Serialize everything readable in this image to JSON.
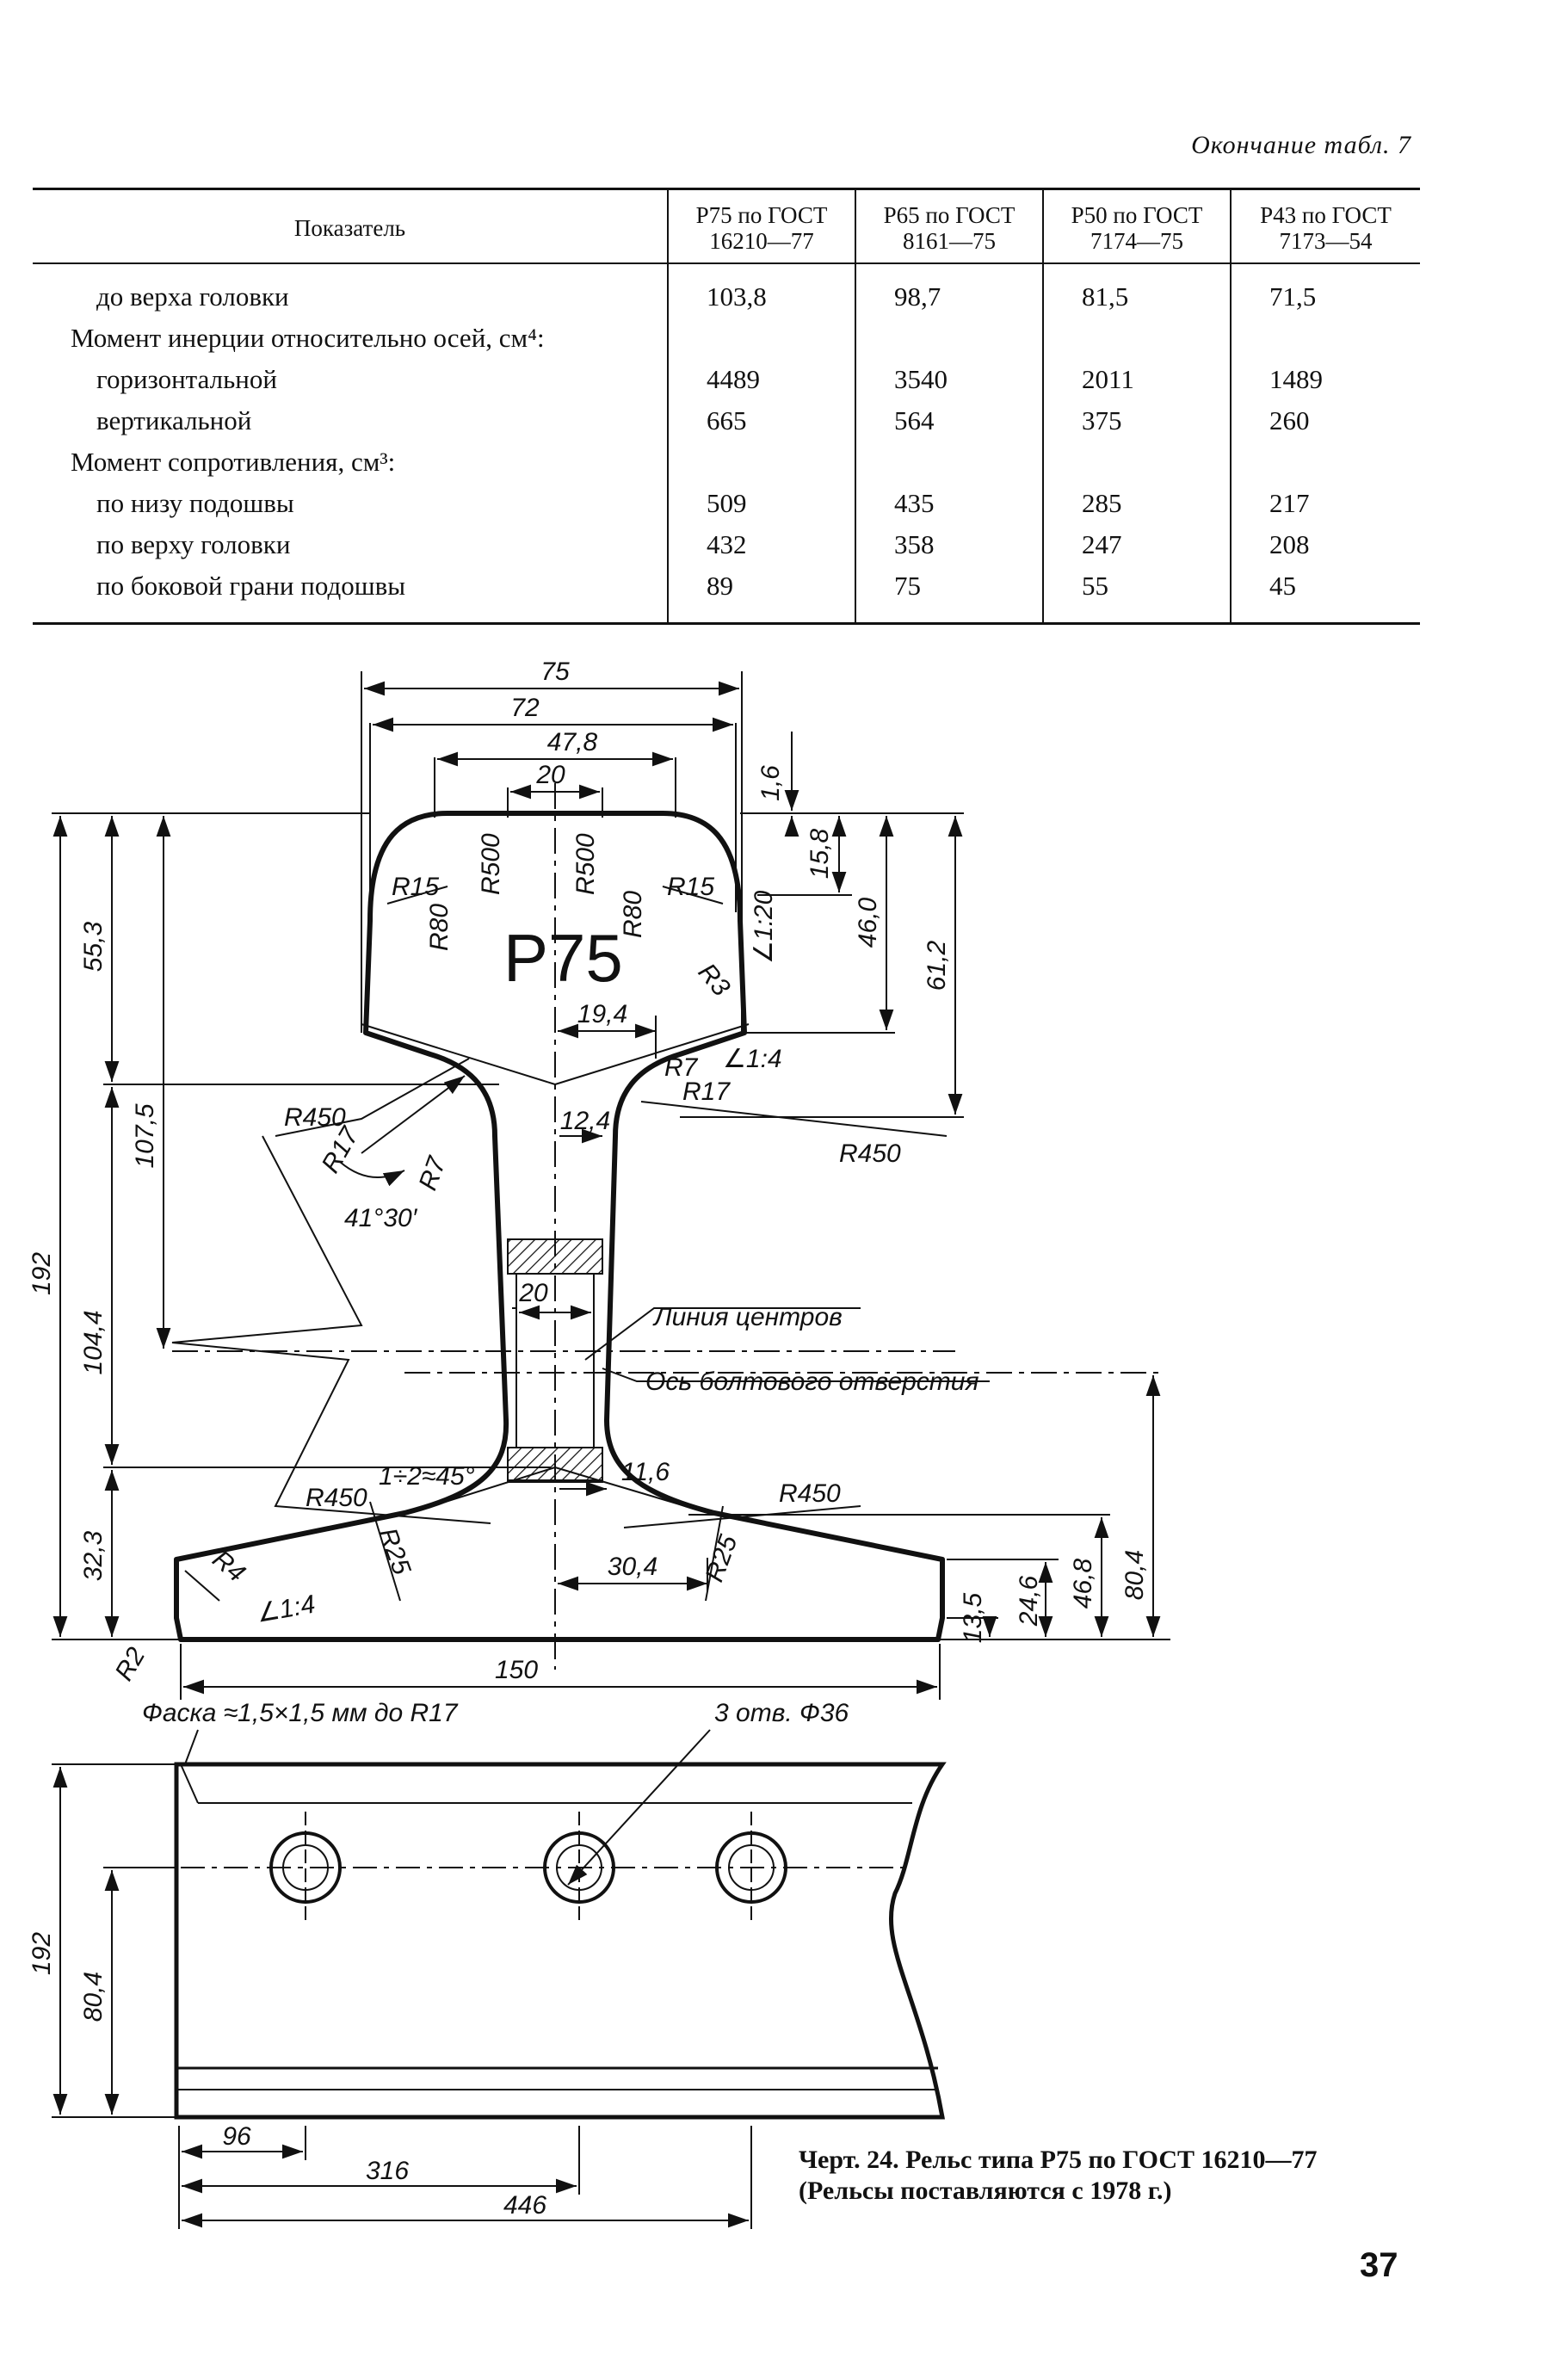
{
  "header": {
    "continuation": "Окончание табл. 7"
  },
  "table": {
    "columns": [
      "Показатель",
      "Р75 по ГОСТ 16210—77",
      "Р65 по ГОСТ 8161—75",
      "Р50 по ГОСТ 7174—75",
      "Р43 по ГОСТ 7173—54"
    ],
    "rows": [
      {
        "label": "до верха головки",
        "indent": 1,
        "values": [
          "103,8",
          "98,7",
          "81,5",
          "71,5"
        ]
      },
      {
        "label": "Момент инерции относительно осей, см⁴:",
        "indent": 0,
        "values": [
          "",
          "",
          "",
          ""
        ]
      },
      {
        "label": "горизонтальной",
        "indent": 1,
        "values": [
          "4489",
          "3540",
          "2011",
          "1489"
        ]
      },
      {
        "label": "вертикальной",
        "indent": 1,
        "values": [
          "665",
          "564",
          "375",
          "260"
        ]
      },
      {
        "label": "Момент сопротивления, см³:",
        "indent": 0,
        "values": [
          "",
          "",
          "",
          ""
        ]
      },
      {
        "label": "по низу подошвы",
        "indent": 1,
        "values": [
          "509",
          "435",
          "285",
          "217"
        ]
      },
      {
        "label": "по верху головки",
        "indent": 1,
        "values": [
          "432",
          "358",
          "247",
          "208"
        ]
      },
      {
        "label": "по боковой грани подошвы",
        "indent": 1,
        "values": [
          "89",
          "75",
          "55",
          "45"
        ]
      }
    ]
  },
  "drawing": {
    "profile_label": "Р75",
    "dims": {
      "d75": "75",
      "d72": "72",
      "d478": "47,8",
      "d20top": "20",
      "d16": "1,6",
      "d158": "15,8",
      "d460": "46,0",
      "d612": "61,2",
      "d553": "55,3",
      "d1075": "107,5",
      "d192": "192",
      "d1044": "104,4",
      "d323": "32,3",
      "d194": "19,4",
      "d124": "12,4",
      "d20web": "20",
      "d116": "11,6",
      "d304": "30,4",
      "d150": "150",
      "d804": "80,4",
      "d468": "46,8",
      "d246": "24,6",
      "d135": "13,5",
      "r15a": "R15",
      "r15b": "R15",
      "r500a": "R500",
      "r500b": "R500",
      "r80a": "R80",
      "r80b": "R80",
      "r3": "R3",
      "r7a": "R7",
      "r7b": "R7",
      "r17a": "R17",
      "r17b": "R17",
      "slope14a": "∠1:4",
      "slope120": "∠1:20",
      "r450a": "R450",
      "r450b": "R450",
      "r450c": "R450",
      "r450d": "R450",
      "ang": "41°30′",
      "cham": "1÷2≈45°",
      "r25a": "R25",
      "r25b": "R25",
      "slope14b": "∠1:4",
      "r4": "R4",
      "r2": "R2"
    },
    "notes": {
      "centers": "Линия центров",
      "bolt_axis": "Ось болтового отверстия",
      "chamfer": "Фаска ≈1,5×1,5 мм до R17",
      "holes": "3 отв. Ф36"
    },
    "side": {
      "h192": "192",
      "h804": "80,4",
      "d96": "96",
      "d316": "316",
      "d446": "446"
    }
  },
  "caption": {
    "line1": "Черт. 24. Рельс типа Р75 по ГОСТ 16210—77",
    "line2": "(Рельсы поставляются с 1978 г.)"
  },
  "page_number": "37"
}
